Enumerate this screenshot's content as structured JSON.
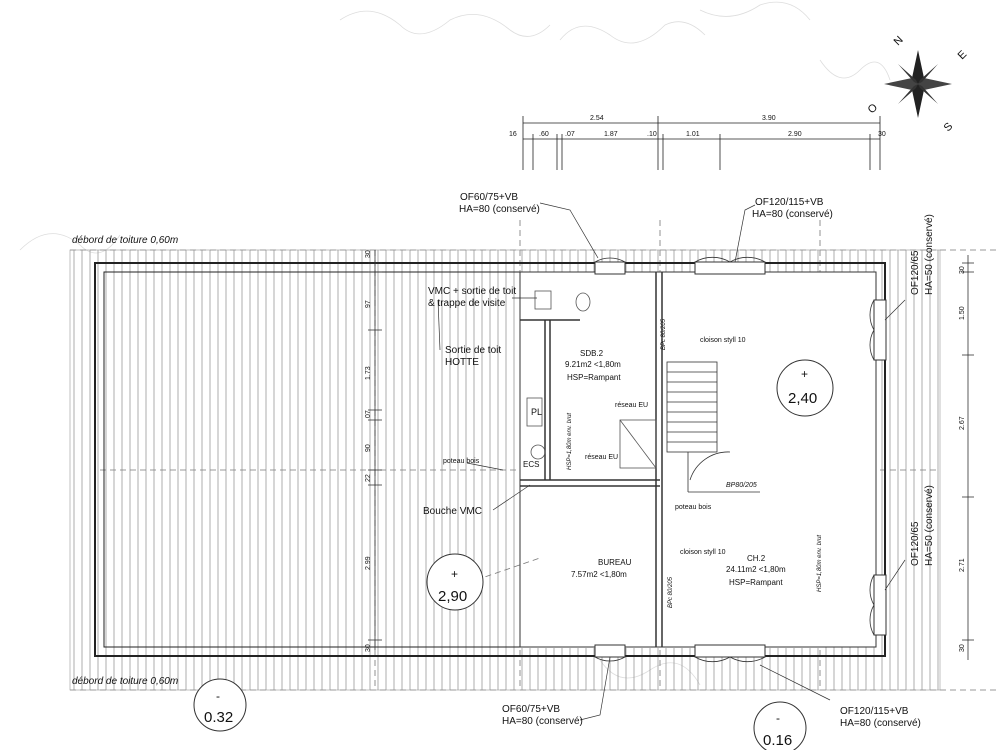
{
  "compass": {
    "labels": [
      "N",
      "E",
      "S",
      "O"
    ]
  },
  "dimensions": {
    "overall": [
      "2.54",
      "3.90"
    ],
    "segments": [
      "16",
      ".60",
      ".07",
      "1.87",
      ".10",
      "1.01",
      "2.90",
      "30"
    ],
    "left_vertical": [
      "30",
      "97",
      "1.73",
      "07",
      "90",
      "22",
      "2.99",
      "30"
    ],
    "right_vertical": [
      "30",
      "1.50",
      "2.67",
      "2.71",
      "30"
    ]
  },
  "notes": {
    "roof_top": "débord de toiture 0,60m",
    "roof_bottom": "débord de toiture 0,60m",
    "vmc_line1": "VMC + sortie de toit",
    "vmc_line2": "& trappe de visite",
    "hotte_line1": "Sortie de toit",
    "hotte_line2": "HOTTE",
    "poteau_left": "poteau bois",
    "poteau_right": "poteau bois",
    "bouche_vmc": "Bouche VMC",
    "cloison_top": "cloison styll 10",
    "cloison_bottom": "cloison styll 10",
    "reseau_eu_1": "réseau EU",
    "reseau_eu_2": "réseau EU",
    "hsp_left": "HSP=1,80m env. brut",
    "hsp_right": "HSP=1,80m env. brut",
    "bp_top": "BPc 80/205",
    "bp_mid": "BP80/205",
    "bp_bottom": "BPc 80/205",
    "pl": "PL",
    "ecs": "ECS"
  },
  "rooms": {
    "sdb": {
      "name": "SDB.2",
      "area": "9.21m2 <1,80m",
      "hsp": "HSP=Rampant"
    },
    "bureau": {
      "name": "BUREAU",
      "area": "7.57m2 <1,80m"
    },
    "ch": {
      "name": "CH.2",
      "area": "24.11m2 <1,80m",
      "hsp": "HSP=Rampant"
    }
  },
  "windows": {
    "w1": {
      "type": "OF60/75+VB",
      "ha": "HA=80 (conservé)"
    },
    "w2": {
      "type": "OF120/115+VB",
      "ha": "HA=80 (conservé)"
    },
    "w3": {
      "type": "OF120/65",
      "ha": "HA=50 (conservé)"
    },
    "w4": {
      "type": "OF120/65",
      "ha": "HA=50 (conservé)"
    },
    "w5": {
      "type": "OF60/75+VB",
      "ha": "HA=80 (conservé)"
    },
    "w6": {
      "type": "OF120/115+VB",
      "ha": "HA=80 (conservé)"
    }
  },
  "levels": [
    {
      "sign": "+",
      "value": "2,40"
    },
    {
      "sign": "+",
      "value": "2,90"
    },
    {
      "sign": "-",
      "value": "0.32"
    },
    {
      "sign": "-",
      "value": "0.16"
    }
  ]
}
